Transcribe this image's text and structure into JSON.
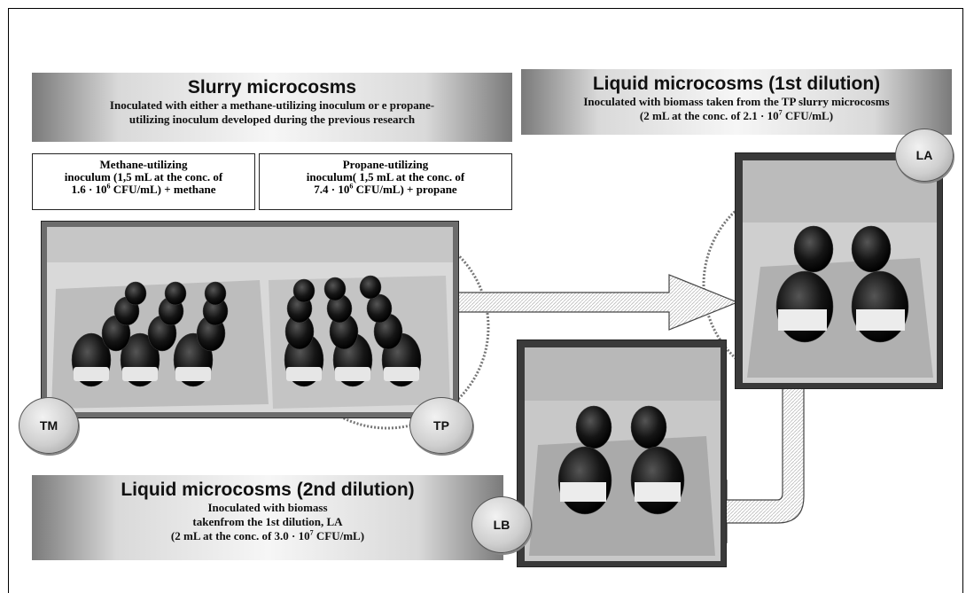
{
  "slurry": {
    "title": "Slurry microcosms",
    "line1": "Inoculated with either a methane-utilizing inoculum or e propane-",
    "line2": "utilizing inoculum developed during the previous research"
  },
  "methane_box": {
    "line1": "Methane-utilizing",
    "line2": "inoculum (1,5 mL at the conc. of",
    "line3_pre": "1.6 · 10",
    "line3_sup": "6",
    "line3_post": " CFU/mL) + methane"
  },
  "propane_box": {
    "line1": "Propane-utilizing",
    "line2": "inoculum( 1,5 mL at the conc. of",
    "line3_pre": "7.4 · 10",
    "line3_sup": "6",
    "line3_post": " CFU/mL) + propane"
  },
  "liquid1": {
    "title": "Liquid microcosms (1st dilution)",
    "line1": "Inoculated with biomass taken from the TP slurry microcosms",
    "line2_pre": "(2 mL at the conc. of  2.1 · 10",
    "line2_sup": "7",
    "line2_post": " CFU/mL)"
  },
  "liquid2": {
    "title": "Liquid microcosms  (2nd dilution)",
    "line1": "Inoculated with biomass",
    "line2": "takenfrom the 1st dilution, LA",
    "line3_pre": "(2 mL at the conc. of  3.0 · 10",
    "line3_sup": "7",
    "line3_post": " CFU/mL)"
  },
  "markers": {
    "tm": "TM",
    "tp": "TP",
    "la": "LA",
    "lb": "LB"
  }
}
